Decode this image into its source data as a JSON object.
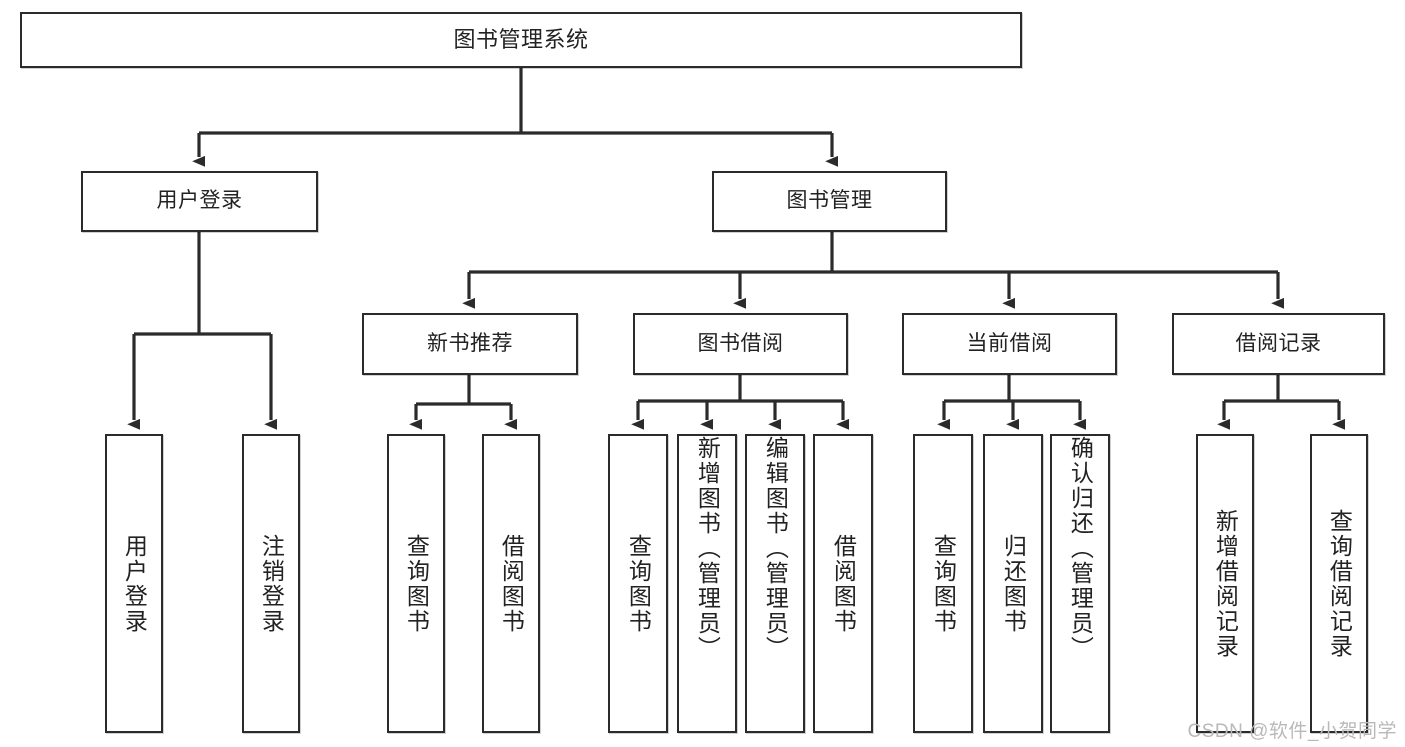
{
  "diagram": {
    "type": "tree-hierarchy",
    "title": "图书管理系统",
    "watermark": "CSDN @软件_小贺同学",
    "colors": {
      "box_border": "#2b2b2b",
      "box_fill": "#ffffff",
      "connector": "#2b2b2b",
      "text": "#1d1d1d",
      "watermark": "#b9b9b9"
    },
    "levels": {
      "level0": [
        "图书管理系统"
      ],
      "level1": [
        "用户登录",
        "图书管理"
      ],
      "level2": [
        "新书推荐",
        "图书借阅",
        "当前借阅",
        "借阅记录"
      ],
      "level3": [
        "用户登录",
        "注销登录",
        "查询图书",
        "借阅图书",
        "查询图书",
        "新增图书（管理员）",
        "编辑图书（管理员）",
        "借阅图书",
        "查询图书",
        "归还图书",
        "确认归还（管理员）",
        "新增借阅记录",
        "查询借阅记录"
      ]
    },
    "nodes": {
      "root": {
        "label": "图书管理系统"
      },
      "user_login": {
        "label": "用户登录"
      },
      "book_manage": {
        "label": "图书管理"
      },
      "new_book_rec": {
        "label": "新书推荐"
      },
      "book_borrow": {
        "label": "图书借阅"
      },
      "current_borrow": {
        "label": "当前借阅"
      },
      "borrow_record": {
        "label": "借阅记录"
      },
      "leaf_user_login": {
        "label": "用户登录"
      },
      "leaf_logout": {
        "label": "注销登录"
      },
      "leaf_query_book_1": {
        "label": "查询图书"
      },
      "leaf_borrow_book_1": {
        "label": "借阅图书"
      },
      "leaf_query_book_2": {
        "label": "查询图书"
      },
      "leaf_add_book": {
        "label": "新增图书（管理员）"
      },
      "leaf_edit_book": {
        "label": "编辑图书（管理员）"
      },
      "leaf_borrow_book_2": {
        "label": "借阅图书"
      },
      "leaf_query_book_3": {
        "label": "查询图书"
      },
      "leaf_return_book": {
        "label": "归还图书"
      },
      "leaf_confirm_return": {
        "label": "确认归还（管理员）"
      },
      "leaf_add_record": {
        "label": "新增借阅记录"
      },
      "leaf_query_record": {
        "label": "查询借阅记录"
      }
    },
    "edges": [
      {
        "from": "root",
        "to": "user_login"
      },
      {
        "from": "root",
        "to": "book_manage"
      },
      {
        "from": "user_login",
        "to": "leaf_user_login"
      },
      {
        "from": "user_login",
        "to": "leaf_logout"
      },
      {
        "from": "book_manage",
        "to": "new_book_rec"
      },
      {
        "from": "book_manage",
        "to": "book_borrow"
      },
      {
        "from": "book_manage",
        "to": "current_borrow"
      },
      {
        "from": "book_manage",
        "to": "borrow_record"
      },
      {
        "from": "new_book_rec",
        "to": "leaf_query_book_1"
      },
      {
        "from": "new_book_rec",
        "to": "leaf_borrow_book_1"
      },
      {
        "from": "book_borrow",
        "to": "leaf_query_book_2"
      },
      {
        "from": "book_borrow",
        "to": "leaf_add_book"
      },
      {
        "from": "book_borrow",
        "to": "leaf_edit_book"
      },
      {
        "from": "book_borrow",
        "to": "leaf_borrow_book_2"
      },
      {
        "from": "current_borrow",
        "to": "leaf_query_book_3"
      },
      {
        "from": "current_borrow",
        "to": "leaf_return_book"
      },
      {
        "from": "current_borrow",
        "to": "leaf_confirm_return"
      },
      {
        "from": "borrow_record",
        "to": "leaf_add_record"
      },
      {
        "from": "borrow_record",
        "to": "leaf_query_record"
      }
    ]
  }
}
